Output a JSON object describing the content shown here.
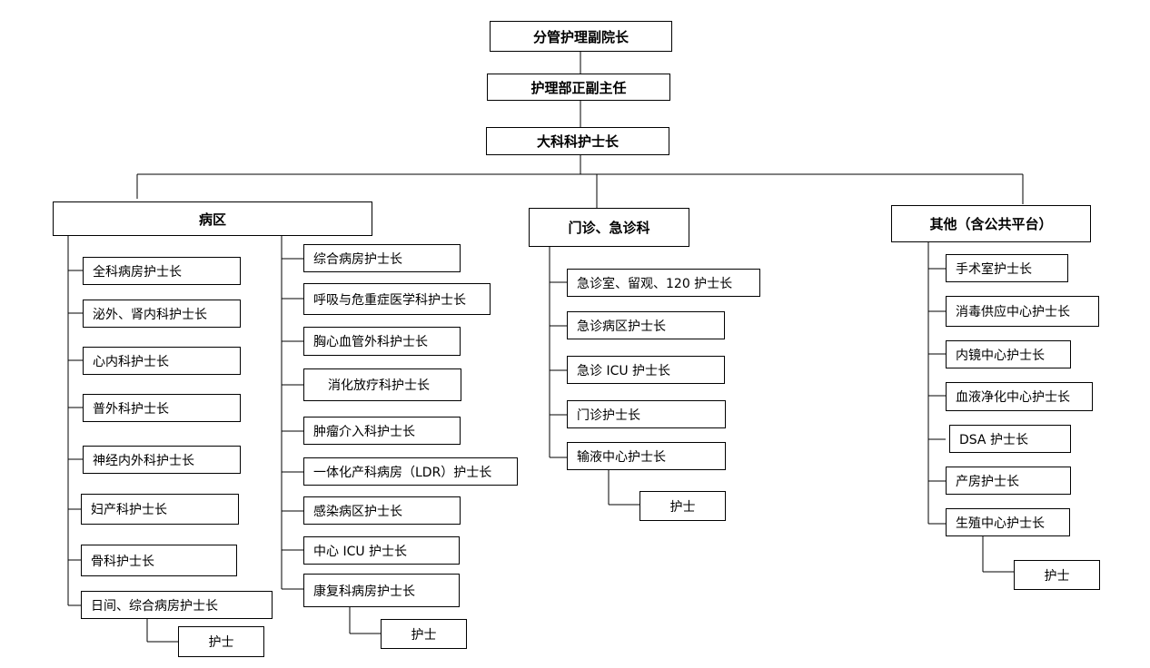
{
  "top": {
    "vice_president": "分管护理副院长",
    "nursing_directors": "护理部正副主任",
    "dept_head_nurse": "大科科护士长"
  },
  "branches": {
    "ward": {
      "title": "病区",
      "left_col": [
        "全科病房护士长",
        "泌外、肾内科护士长",
        "心内科护士长",
        "普外科护士长",
        "神经内外科护士长",
        "妇产科护士长",
        "骨科护士长",
        "日间、综合病房护士长"
      ],
      "left_nurse": "护士",
      "right_col": [
        "综合病房护士长",
        "呼吸与危重症医学科护士长",
        "胸心血管外科护士长",
        "消化放疗科护士长",
        "肿瘤介入科护士长",
        "一体化产科病房（LDR）护士长",
        "感染病区护士长",
        "中心 ICU 护士长",
        "康复科病房护士长"
      ],
      "right_nurse": "护士"
    },
    "outpatient": {
      "title": "门诊、急诊科",
      "items": [
        "急诊室、留观、120 护士长",
        "急诊病区护士长",
        "急诊 ICU 护士长",
        "门诊护士长",
        "输液中心护士长"
      ],
      "nurse": "护士"
    },
    "other": {
      "title": "其他（含公共平台）",
      "items": [
        "手术室护士长",
        "消毒供应中心护士长",
        "内镜中心护士长",
        "血液净化中心护士长",
        "DSA 护士长",
        "产房护士长",
        "生殖中心护士长"
      ],
      "nurse": "护士"
    }
  }
}
